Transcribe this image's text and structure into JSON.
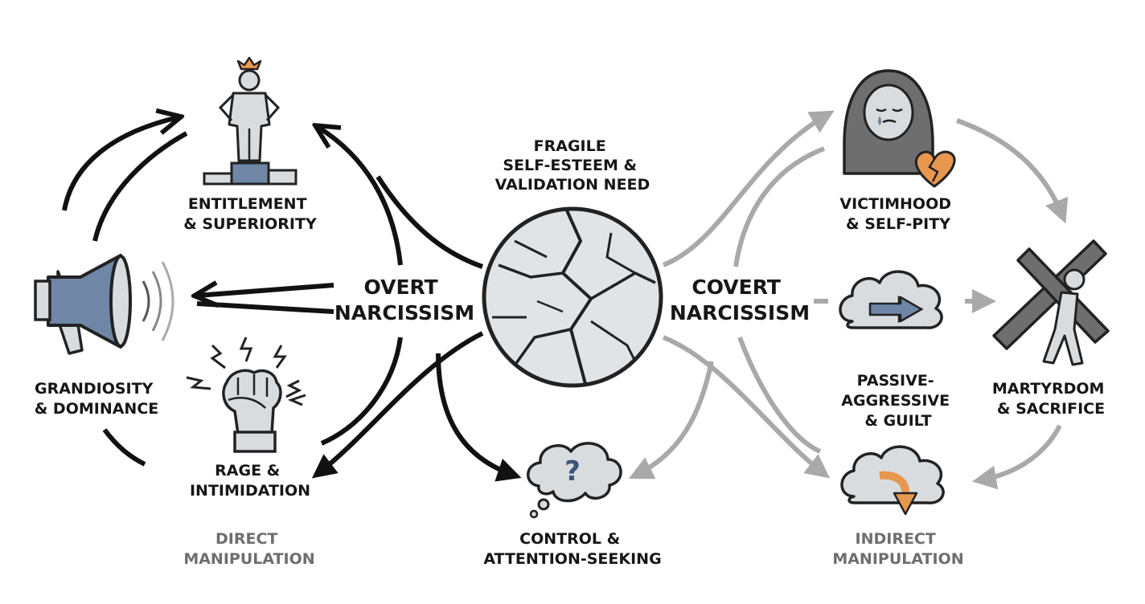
{
  "center": {
    "label_lines": [
      "FRAGILE",
      "SELF-ESTEEM &",
      "VALIDATION NEED"
    ]
  },
  "overt": {
    "title_lines": [
      "OVERT",
      "NARCISSISM"
    ],
    "group_label_lines": [
      "DIRECT",
      "MANIPULATION"
    ],
    "traits": {
      "entitlement": [
        "ENTITLEMENT",
        "& SUPERIORITY"
      ],
      "grandiosity": [
        "GRANDIOSITY",
        "& DOMINANCE"
      ],
      "rage": [
        "RAGE &",
        "INTIMIDATION"
      ]
    },
    "icons": {
      "entitlement": "crowned-figure-on-podium-icon",
      "grandiosity": "megaphone-icon",
      "rage": "clenched-fist-icon"
    }
  },
  "covert": {
    "title_lines": [
      "COVERT",
      "NARCISSISM"
    ],
    "group_label_lines": [
      "INDIRECT",
      "MANIPULATION"
    ],
    "traits": {
      "victimhood": [
        "VICTIMHOOD",
        "& SELF-PITY"
      ],
      "passive": [
        "PASSIVE-",
        "AGGRESSIVE",
        "& GUILT"
      ],
      "martyrdom": [
        "MARTYRDOM",
        "& SACRIFICE"
      ]
    },
    "icons": {
      "victimhood": "crying-hooded-figure-icon",
      "passive": "cloud-with-arrow-icon",
      "martyrdom": "figure-carrying-cross-icon",
      "indirect": "cloud-with-down-arrow-icon",
      "broken_heart": "broken-heart-icon"
    }
  },
  "shared": {
    "control_lines": [
      "CONTROL &",
      "ATTENTION-SEEKING"
    ],
    "icon": "thought-bubble-question-icon"
  },
  "colors": {
    "black": "#111111",
    "grey_arrow": "#a9a9a9",
    "icon_fill": "#d9dcdf",
    "accent_blue": "#6f86a6",
    "accent_orange": "#e8974f",
    "crown": "#ef9b52"
  }
}
